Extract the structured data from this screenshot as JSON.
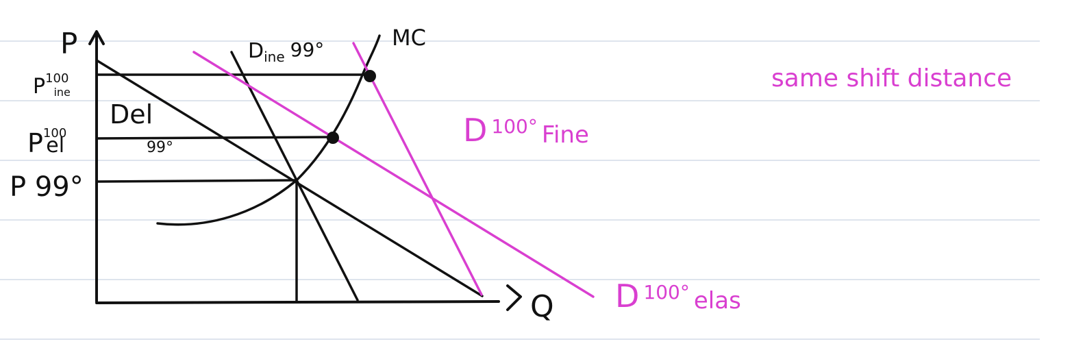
{
  "colors": {
    "paper": "#ffffff",
    "rule": "#c9d3e2",
    "ink": "#111111",
    "accent": "#d93fd0"
  },
  "diagram": {
    "axis_y": "P",
    "axis_x": "Q",
    "mc_label": "MC",
    "d_ine_99": {
      "base": "D",
      "sub": "ine",
      "tail": "99°"
    },
    "p_ine_100": {
      "base": "P",
      "sup": "100",
      "sub": "ine"
    },
    "d_el": "Del",
    "p_el_100": {
      "base": "P",
      "sup": "100",
      "sub": "el"
    },
    "el_99": "99°",
    "p_99": "P 99°",
    "d_100_ine": {
      "base": "D",
      "num": "100°",
      "tail": "Fine"
    },
    "d_100_elas": {
      "base": "D",
      "num": "100°",
      "tail": "elas"
    },
    "note": "same shift distance"
  }
}
